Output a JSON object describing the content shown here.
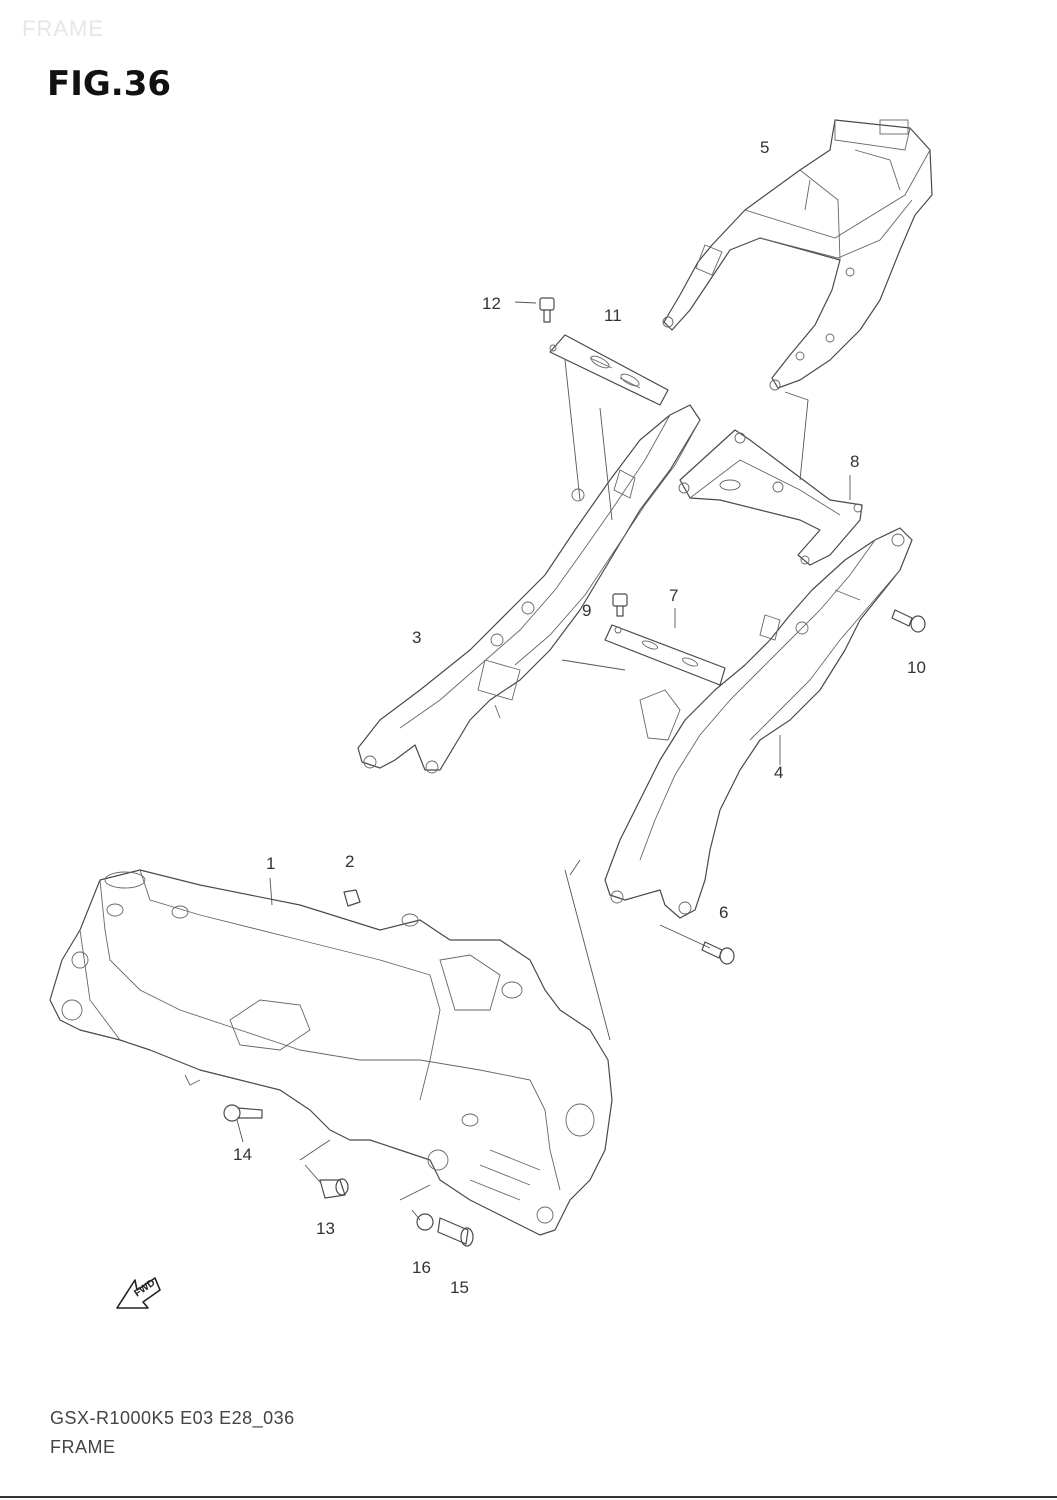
{
  "page": {
    "watermark": "FRAME",
    "figure_title": "FIG.36",
    "drawing_code": "GSX-R1000K5 E03 E28_036",
    "section_title": "FRAME"
  },
  "callouts": {
    "p1": "1",
    "p2": "2",
    "p3": "3",
    "p4": "4",
    "p5": "5",
    "p6": "6",
    "p7": "7",
    "p8": "8",
    "p9": "9",
    "p10": "10",
    "p11": "11",
    "p12": "12",
    "p13": "13",
    "p14": "14",
    "p15": "15",
    "p16": "16"
  },
  "fwd_arrow": {
    "label": "FWD",
    "icon": "fwd-arrow-icon"
  }
}
